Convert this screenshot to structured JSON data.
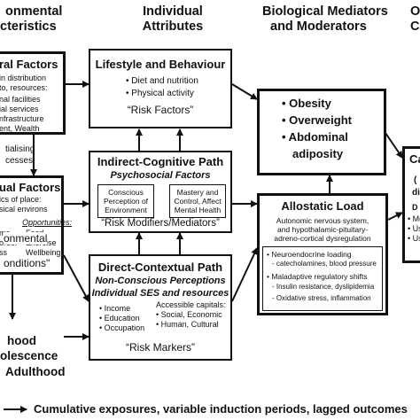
{
  "headers": {
    "environmental_l1": "onmental",
    "environmental_l2": "cteristics",
    "individual_l1": "Individual",
    "individual_l2": "Attributes",
    "biological_l1": "Biological Mediators",
    "biological_l2": "and Moderators",
    "outcomes_l1": "O",
    "outcomes_l2": "C"
  },
  "structural": {
    "title": "ral Factors",
    "lines": [
      "in distribution",
      "to, resources:",
      "nal facilities",
      "ial services",
      "nfrastructure",
      "ent, Wealth"
    ]
  },
  "between_text": [
    "tialising",
    "cesses"
  ],
  "individual_factors": {
    "title": "ual Factors",
    "lines": [
      "ics of place:",
      "sical environs"
    ],
    "opportunities_label": "Opportunities:",
    "opp_rows": [
      [
        "me",
        "Food"
      ],
      [
        "order",
        "Exercise"
      ],
      [
        "ss",
        "Wellbeing"
      ]
    ]
  },
  "environmental_conditions": [
    "onmental",
    "onditions\""
  ],
  "life_course": [
    "hood",
    "olescence",
    "Adulthood"
  ],
  "lifestyle": {
    "title": "Lifestyle and Behaviour",
    "items": [
      "• Diet and nutrition",
      "• Physical activity"
    ],
    "tag": "“Risk Factors”"
  },
  "indirect": {
    "title": "Indirect-Cognitive Path",
    "subtitle": "Psychosocial Factors",
    "left_box": [
      "Conscious",
      "Perception of",
      "Environment"
    ],
    "right_box": [
      "Mastery and",
      "Control, Affect",
      "Mental Health"
    ],
    "tag": "“Risk Modifiers/Mediators”"
  },
  "direct": {
    "title": "Direct-Contextual Path",
    "subtitle1": "Non-Conscious Perceptions",
    "subtitle2": "Individual SES and resources",
    "left_items": [
      "• Income",
      "• Education",
      "• Occupation"
    ],
    "right_label": "Accessible capitals:",
    "right_items": [
      "• Social, Economic",
      "• Human, Cultural"
    ],
    "tag": "“Risk Markers”"
  },
  "obesity": {
    "items": [
      "• Obesity",
      "• Overweight",
      "• Abdominal",
      "adiposity"
    ]
  },
  "allostatic": {
    "title": "Allostatic Load",
    "desc": [
      "Autonomic nervous system,",
      "and hypothalamic-pituitary-",
      "adreno-cortical dysregulation"
    ],
    "items": [
      "• Neuroendocrine loading",
      "- catecholamines, blood pressure",
      "• Maladaptive regulatory shifts",
      "- Insulin resistance, dyslipidemia",
      "- Oxidative stress, inflammation"
    ]
  },
  "outcome": {
    "title": "Ca",
    "lines": [
      "(",
      "di",
      "D",
      "• Me",
      "• Us",
      "• Us"
    ]
  },
  "footer": "Cumulative exposures, variable induction periods, lagged outcomes"
}
